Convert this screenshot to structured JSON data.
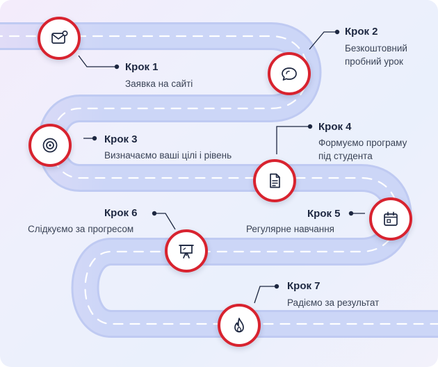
{
  "steps": [
    {
      "title": "Крок 1",
      "desc": "Заявка на сайті",
      "icon": "envelope-icon"
    },
    {
      "title": "Крок 2",
      "desc_lines": [
        "Безкоштовний",
        "пробний урок"
      ],
      "icon": "chat-bubbles-icon"
    },
    {
      "title": "Крок 3",
      "desc": "Визначаємо ваші цілі і рівень",
      "icon": "target-icon"
    },
    {
      "title": "Крок 4",
      "desc_lines": [
        "Формуємо програму",
        "під студента"
      ],
      "icon": "document-icon"
    },
    {
      "title": "Крок 5",
      "desc": "Регулярне навчання",
      "icon": "calendar-icon"
    },
    {
      "title": "Крок 6",
      "desc": "Слідкуємо за прогресом",
      "icon": "presentation-board-icon"
    },
    {
      "title": "Крок 7",
      "desc": "Радіємо за результат",
      "icon": "flame-icon"
    }
  ],
  "colors": {
    "accent": "#d8232f",
    "road": "#cdd6f7",
    "road_edge": "#b9c5f0",
    "heading": "#1d2740",
    "text": "#3a4356"
  }
}
